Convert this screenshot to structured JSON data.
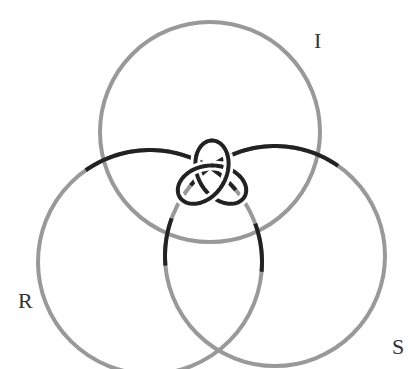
{
  "diagram": {
    "labels": [
      "I",
      "R",
      "S"
    ]
  }
}
